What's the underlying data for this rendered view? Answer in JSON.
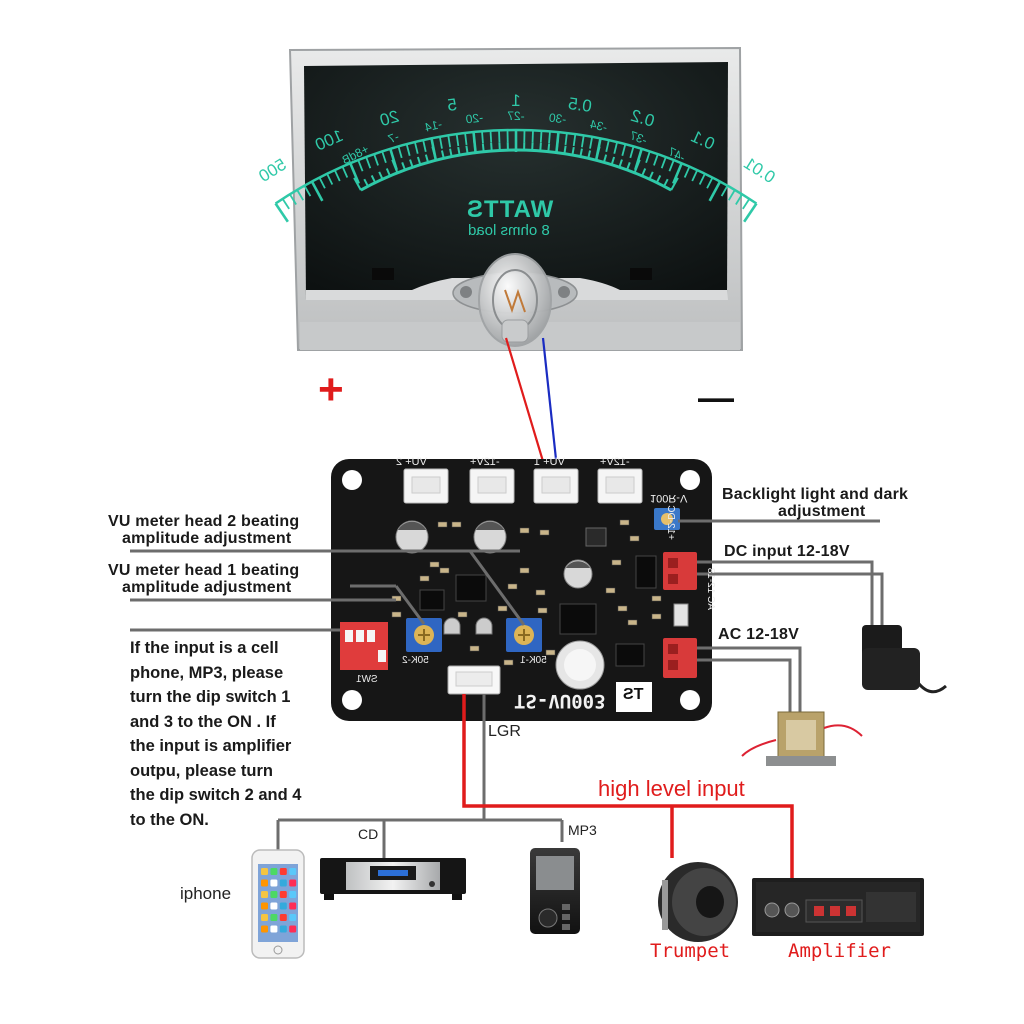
{
  "meter": {
    "power_scale": [
      "500",
      "100",
      "20",
      "5",
      "1",
      "0.5",
      "0.2",
      "0.1",
      "0.01"
    ],
    "db_scale": [
      "+8dB",
      "-7",
      "-14",
      "-20",
      "-27",
      "-30",
      "-34",
      "-37",
      "-47"
    ],
    "title": "WATTS",
    "subtitle": "8 ohms load",
    "plus_symbol": "+",
    "minus_symbol": "—"
  },
  "board": {
    "model": "TS-VU003",
    "connectors": [
      "VU+ 2",
      "-12V+",
      "VU+ 1",
      "-12V+"
    ],
    "pot_label_backlight": "100R-V",
    "pot_label_1": "50K-1",
    "pot_label_2": "50K-2",
    "dc_label": "+12-DC",
    "ac_label": "AC 12-18",
    "switch_label": "SW1",
    "logo": "TS"
  },
  "annotations": {
    "backlight": [
      "Backlight light and dark",
      "adjustment"
    ],
    "dc_input": "DC input 12-18V",
    "ac_input": "AC 12-18V",
    "vu2": [
      "VU meter head 2 beating",
      "amplitude adjustment"
    ],
    "vu1": [
      "VU meter head 1 beating",
      "amplitude adjustment"
    ],
    "dip_note": [
      "If the input is a cell",
      "phone, MP3, please",
      "turn the dip switch 1",
      "and 3 to the ON . If",
      "the input is amplifier",
      "outpu, please turn",
      "the dip switch 2 and 4",
      "to the ON."
    ],
    "lgr": "LGR",
    "high_level": "high level input"
  },
  "devices": {
    "iphone": "iphone",
    "cd": "CD",
    "mp3": "MP3",
    "trumpet": "Trumpet",
    "amplifier": "Amplifier"
  },
  "colors": {
    "meter_face": "#151b1b",
    "meter_scale": "#2fc9a8",
    "board": "#151515",
    "wire_red": "#e01c1c",
    "wire_gray": "#6d6d6d",
    "terminal_red": "#d83a3a"
  }
}
